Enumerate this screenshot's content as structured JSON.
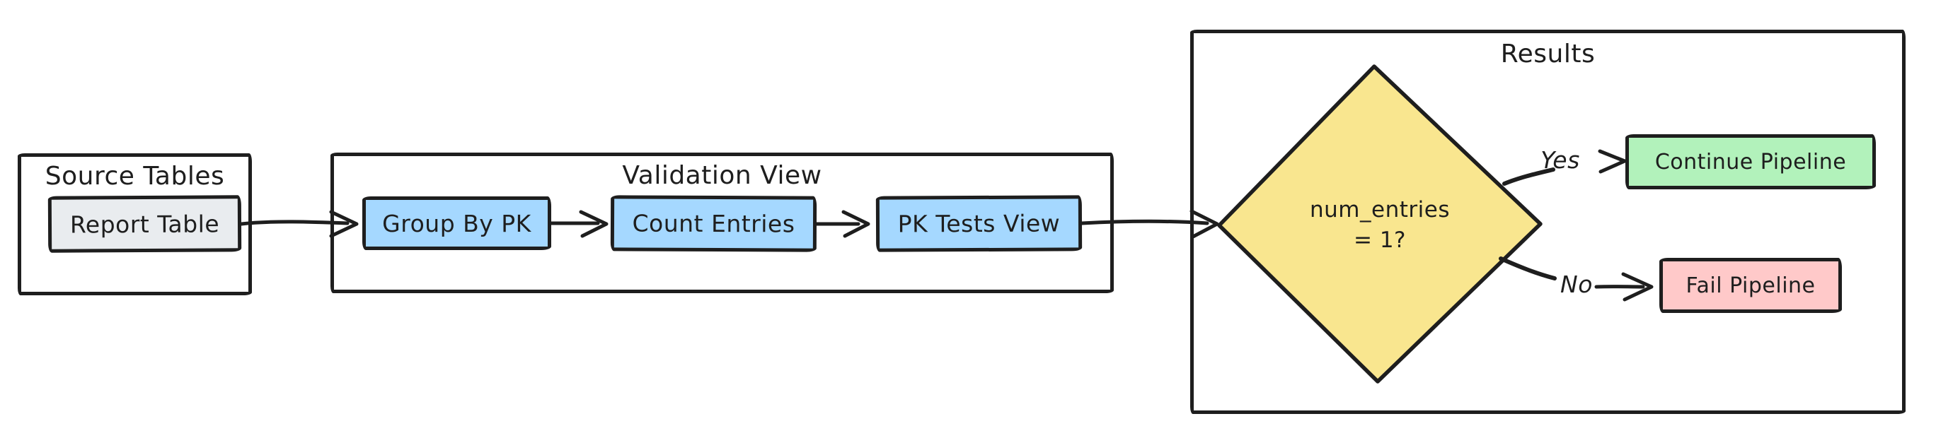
{
  "canvas": {
    "background": "#ffffff",
    "stroke_color": "#1e1e1e"
  },
  "groups": {
    "source": {
      "label": "Source Tables"
    },
    "validation": {
      "label": "Validation View"
    },
    "results": {
      "label": "Results"
    }
  },
  "nodes": {
    "report_table": {
      "label": "Report Table",
      "fill": "#e9ecef"
    },
    "group_by_pk": {
      "label": "Group By PK",
      "fill": "#a5d8ff"
    },
    "count_entries": {
      "label": "Count Entries",
      "fill": "#a5d8ff"
    },
    "pk_tests_view": {
      "label": "PK Tests View",
      "fill": "#a5d8ff"
    },
    "decision": {
      "label_line1": "num_entries",
      "label_line2": "= 1?",
      "fill": "#f9e68f"
    },
    "continue_pipeline": {
      "label": "Continue Pipeline",
      "fill": "#b2f2bb"
    },
    "fail_pipeline": {
      "label": "Fail Pipeline",
      "fill": "#ffc9c9"
    }
  },
  "edges": {
    "yes_label": "Yes",
    "no_label": "No"
  }
}
